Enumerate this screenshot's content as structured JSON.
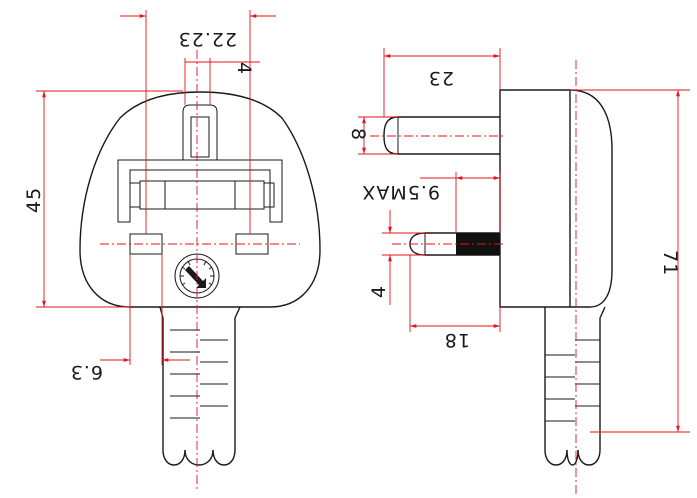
{
  "dimensions": {
    "width_22_23": "22.23",
    "pin_gap_4": "4",
    "height_45": "45",
    "pin_width_6_3": "6.3",
    "pin_len_23": "23",
    "pin_8": "8",
    "insul_9_5": "9.5MAX",
    "pin_4": "4",
    "total_71": "71",
    "insul_18": "18"
  },
  "colors": {
    "outline": "#1a1a1a",
    "dimension": "#e0141b"
  }
}
